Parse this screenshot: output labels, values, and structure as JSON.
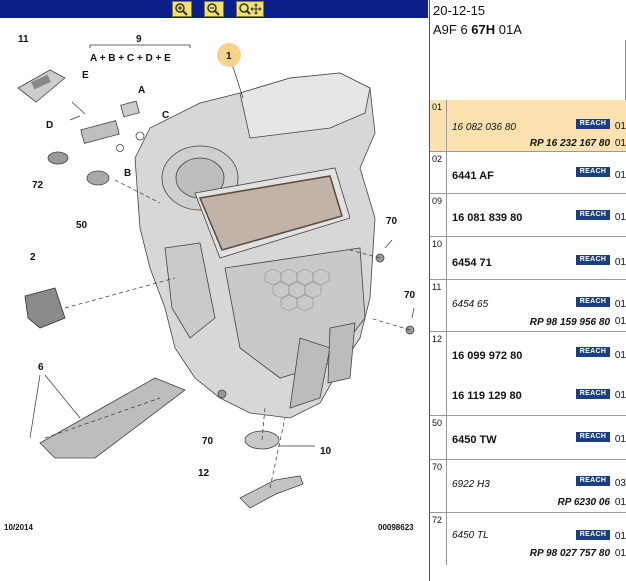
{
  "diagram": {
    "callouts": {
      "n1": "1",
      "n2": "2",
      "n6": "6",
      "n9": "9",
      "n9sub": "A + B + C + D + E",
      "n10": "10",
      "n11": "11",
      "n12": "12",
      "n50": "50",
      "n70a": "70",
      "n70b": "70",
      "n70c": "70",
      "n72": "72",
      "A": "A",
      "B": "B",
      "C": "C",
      "D": "D",
      "E": "E"
    },
    "footer_left": "10/2014",
    "footer_right": "00098623"
  },
  "toolbar": {
    "zoom_in": "zoom-in",
    "zoom_out": "zoom-out",
    "pan": "pan"
  },
  "header": {
    "date": "20-12-15",
    "code_prefix": "A9F 6 ",
    "code_bold": "67H",
    "code_suffix": " 01A"
  },
  "colors": {
    "toolbar": "#0b1f8a",
    "toolbar_button": "#f2e36d",
    "selected_row": "#fde2b0",
    "reach_badge": "#1a3f85"
  },
  "parts": [
    {
      "index": "01",
      "part": "16 082 036 80",
      "rp": "RP 16 232 167 80",
      "badge": "REACH",
      "qty": "01",
      "qty2": "01"
    },
    {
      "index": "02",
      "part": "6441 AF",
      "badge": "REACH",
      "qty": "01"
    },
    {
      "index": "09",
      "part": "16 081 839 80",
      "badge": "REACH",
      "qty": "01"
    },
    {
      "index": "10",
      "part": "6454 71",
      "badge": "REACH",
      "qty": "01"
    },
    {
      "index": "11",
      "part": "6454 65",
      "rp": "RP 98 159 956 80",
      "badge": "REACH",
      "qty": "01",
      "qty2": "01"
    },
    {
      "index": "12",
      "part": "16 099 972 80",
      "part2": "16 119 129 80",
      "badge": "REACH",
      "badge2": "REACH",
      "qty": "01",
      "qty2": "01"
    },
    {
      "index": "50",
      "part": "6450 TW",
      "badge": "REACH",
      "qty": "01"
    },
    {
      "index": "70",
      "part": "6922 H3",
      "rp": "RP 6230 06",
      "badge": "REACH",
      "qty": "03",
      "qty2": "01"
    },
    {
      "index": "72",
      "part": "6450 TL",
      "rp": "RP 98 027 757 80",
      "badge": "REACH",
      "qty": "01",
      "qty2": "01"
    }
  ]
}
